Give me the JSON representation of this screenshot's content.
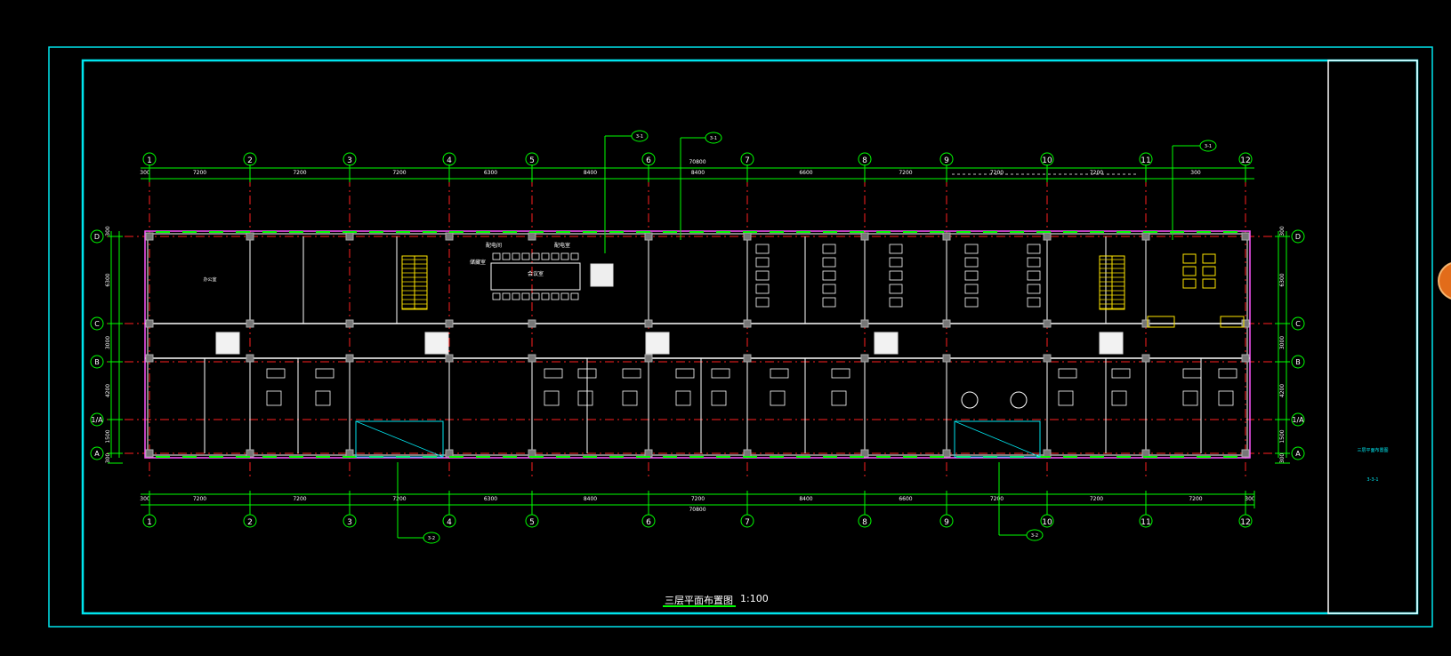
{
  "drawing": {
    "title": "三层平面布置图",
    "scale": "1:100",
    "grid_numbers": [
      "1",
      "2",
      "3",
      "4",
      "5",
      "6",
      "7",
      "8",
      "9",
      "10",
      "11",
      "12"
    ],
    "grid_letters_right": [
      "D",
      "C",
      "B",
      "1/A",
      "A"
    ],
    "grid_letters_left": [
      "D",
      "C",
      "B",
      "1/A",
      "A"
    ],
    "top_dims": [
      "300",
      "7200",
      "7200",
      "7200",
      "6300",
      "8400",
      "8400",
      "6600",
      "7200",
      "7200",
      "7200",
      "300"
    ],
    "top_total": "70800",
    "bottom_dims": [
      "300",
      "7200",
      "7200",
      "7200",
      "6300",
      "8400",
      "7200",
      "8400",
      "6600",
      "7200",
      "7200",
      "7200",
      "300"
    ],
    "bottom_total": "70800",
    "side_dims_left": [
      "300",
      "6300",
      "3000",
      "4200",
      "1500",
      "300"
    ],
    "side_dims_right": [
      "300",
      "6300",
      "3000",
      "4200",
      "1500",
      "300"
    ],
    "callouts": [
      "3-1",
      "3-1",
      "3-1",
      "3-2",
      "3-2"
    ],
    "annotations": [
      "配电间",
      "配电室",
      "会议室",
      "储藏室",
      "办公室"
    ],
    "title_block_text": [
      "三层平面布置图",
      "3-3-1"
    ]
  },
  "colors": {
    "frame": "#00e5ee",
    "grid": "#00ff00",
    "axis": "#ff2020",
    "wall": "#ffffff",
    "stair": "#ffe600",
    "window": "#00ff00",
    "handle": "#e26c1a"
  }
}
